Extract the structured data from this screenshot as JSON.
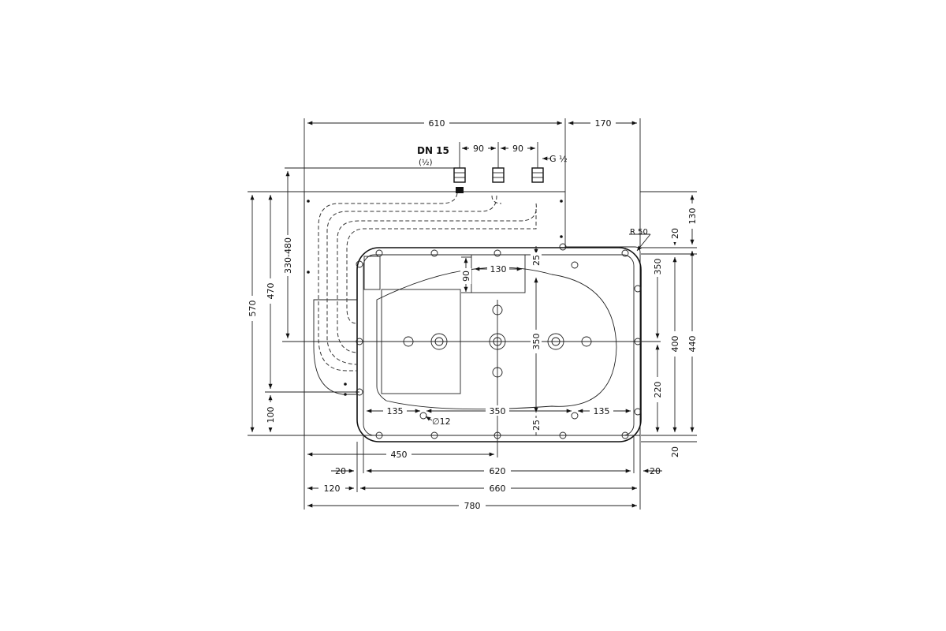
{
  "drawing": {
    "connection": {
      "label": "DN 15",
      "sublabel": "(½)",
      "thread": "G ½"
    },
    "radius": "R 50",
    "diameter": "∅12",
    "top_dims": {
      "d610": "610",
      "d170": "170",
      "d90a": "90",
      "d90b": "90"
    },
    "bottom_dims": {
      "d450": "450",
      "d20a": "20",
      "d620": "620",
      "d20b": "20",
      "d120": "120",
      "d660": "660",
      "d780": "780"
    },
    "left_dims": {
      "d570": "570",
      "d470": "470",
      "d330_480": "330-480",
      "d100": "100"
    },
    "right_dims": {
      "d130": "130",
      "d20top": "20",
      "d350": "350",
      "d220": "220",
      "d400": "400",
      "d440": "440",
      "d20bot": "20"
    },
    "inner_dims": {
      "d130": "130",
      "d90": "90",
      "d25top": "25",
      "d350v": "350",
      "d135a": "135",
      "d350h": "350",
      "d25bot": "25",
      "d135b": "135"
    }
  }
}
